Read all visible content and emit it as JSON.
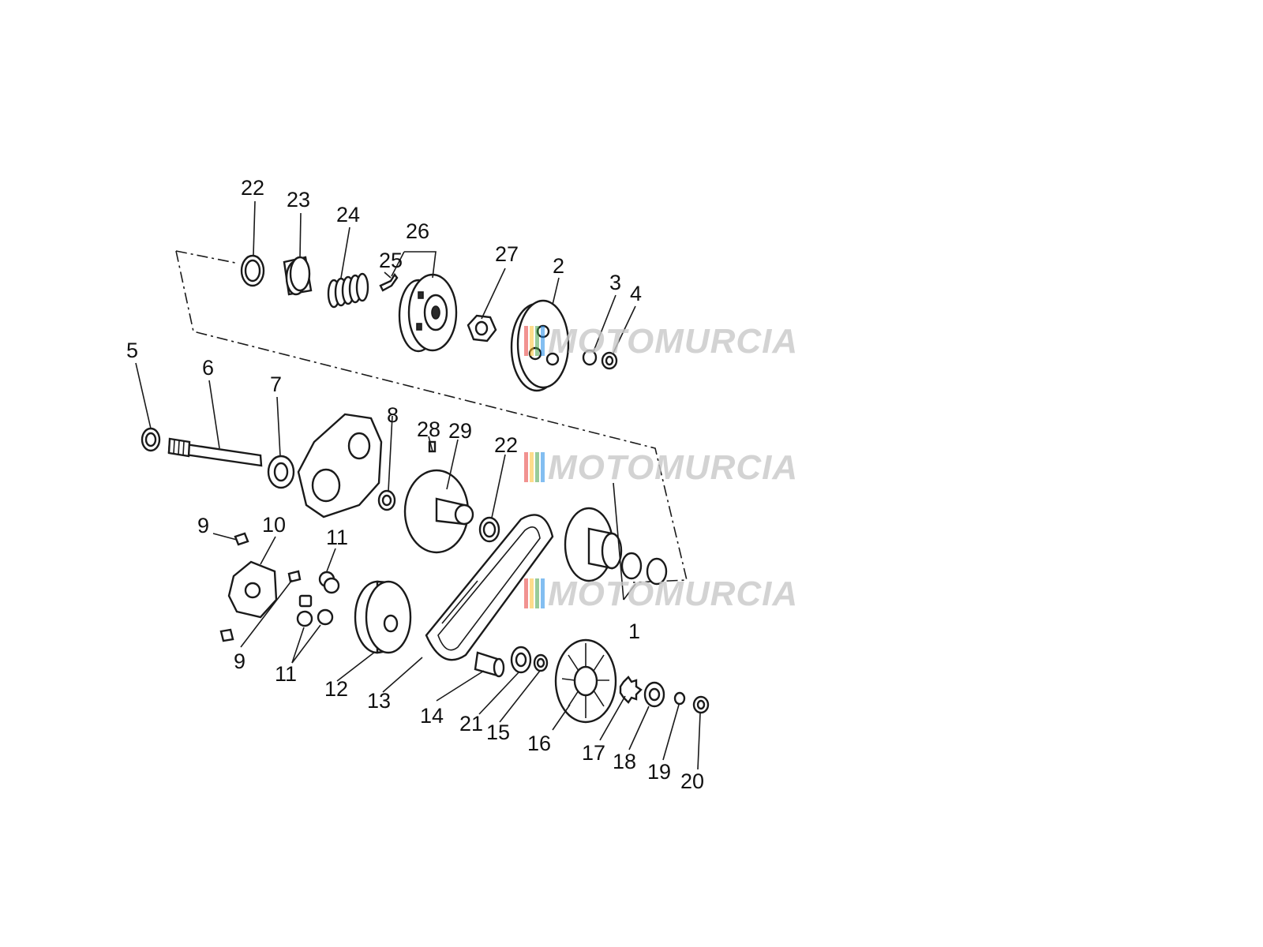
{
  "diagram": {
    "watermark": "MOTOMURCIA",
    "watermark_colors": [
      "#e53935",
      "#fbc02d",
      "#43a047",
      "#1e88e5"
    ],
    "labels": {
      "l1": "1",
      "l2": "2",
      "l3": "3",
      "l4": "4",
      "l5": "5",
      "l6": "6",
      "l7": "7",
      "l8": "8",
      "l9a": "9",
      "l9b": "9",
      "l10": "10",
      "l11a": "11",
      "l11b": "11",
      "l12": "12",
      "l13": "13",
      "l14": "14",
      "l15": "15",
      "l16": "16",
      "l17": "17",
      "l18": "18",
      "l19": "19",
      "l20": "20",
      "l21": "21",
      "l22a": "22",
      "l22b": "22",
      "l23": "23",
      "l24": "24",
      "l25": "25",
      "l26": "26",
      "l27": "27",
      "l28": "28",
      "l29": "29"
    }
  }
}
